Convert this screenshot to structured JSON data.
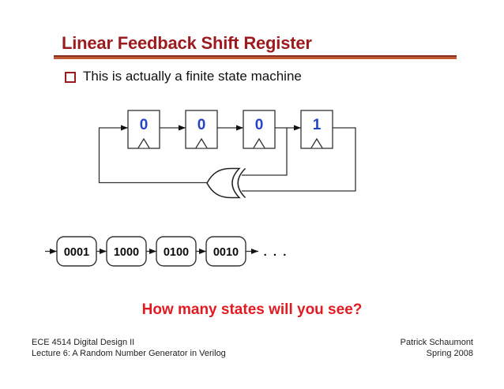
{
  "slide": {
    "title": "Linear Feedback Shift Register",
    "bullet_text": "This is actually a finite state machine",
    "question": "How many states will you see?"
  },
  "diagram": {
    "ff_values": [
      "0",
      "0",
      "0",
      "1"
    ]
  },
  "state_sequence": {
    "states": [
      "0001",
      "1000",
      "0100",
      "0010"
    ],
    "ellipsis": ". . ."
  },
  "footer": {
    "course": "ECE 4514 Digital Design II",
    "lecture": "Lecture 6: A Random Number Generator in Verilog",
    "author": "Patrick Schaumont",
    "term": "Spring 2008"
  },
  "colors": {
    "title_red": "#9B1B1E",
    "accent_rule": "#C05A36",
    "digit_blue": "#2543C4",
    "question_red": "#E21B23"
  }
}
